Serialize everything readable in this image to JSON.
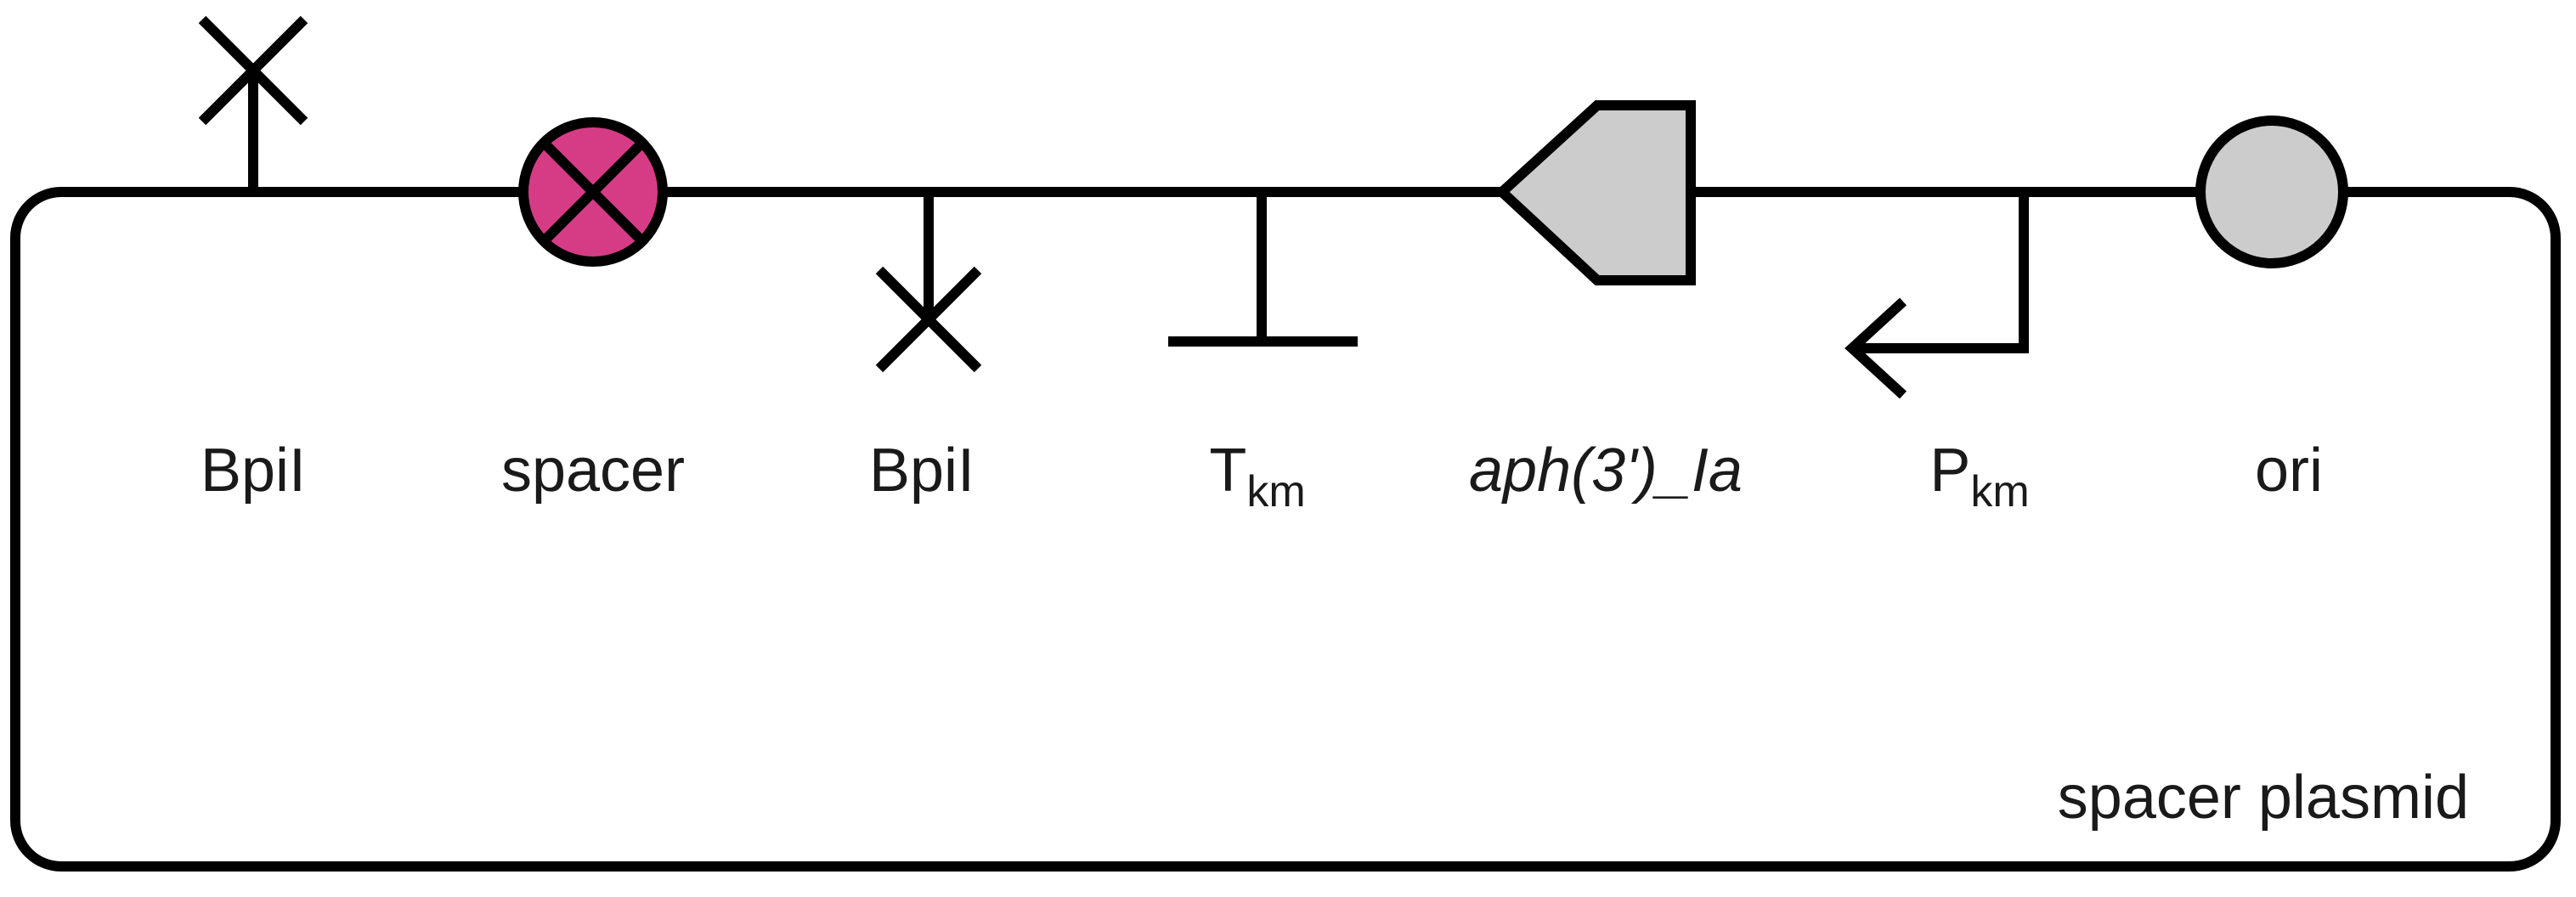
{
  "diagram": {
    "plasmid_name": "spacer plasmid",
    "colors": {
      "line": "#000000",
      "spacer_fill": "#d63c86",
      "feature_fill": "#cccccc",
      "text": "#1a1a1a"
    },
    "features": [
      {
        "id": "bpil1",
        "label": "BpiI",
        "icon": "restriction-site-icon"
      },
      {
        "id": "spacer",
        "label": "spacer",
        "icon": "spacer-icon"
      },
      {
        "id": "bpil2",
        "label": "BpiI",
        "icon": "restriction-site-icon"
      },
      {
        "id": "tkm",
        "label_main": "T",
        "label_sub": "km",
        "icon": "terminator-icon"
      },
      {
        "id": "aph",
        "label": "aph(3')_Ia",
        "icon": "cds-icon"
      },
      {
        "id": "pkm",
        "label_main": "P",
        "label_sub": "km",
        "icon": "promoter-icon"
      },
      {
        "id": "ori",
        "label": "ori",
        "icon": "origin-icon"
      }
    ]
  }
}
